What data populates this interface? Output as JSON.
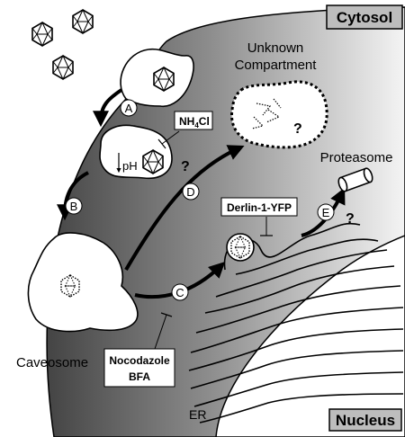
{
  "regions": {
    "cytosol": "Cytosol",
    "nucleus": "Nucleus",
    "er": "ER"
  },
  "compartments": {
    "unknown_line1": "Unknown",
    "unknown_line2": "Compartment",
    "caveosome": "Caveosome",
    "proteasome": "Proteasome",
    "ph": "pH"
  },
  "inhibitors": {
    "nh4cl_base": "NH",
    "nh4cl_sub": "4",
    "nh4cl_tail": "Cl",
    "derlin": "Derlin-1-YFP",
    "nocodazole": "Nocodazole",
    "bfa": "BFA"
  },
  "steps": [
    "A",
    "B",
    "C",
    "D",
    "E"
  ],
  "question_mark": "?",
  "colors": {
    "membrane_dark": "#4a4a4a",
    "membrane_light": "#f2f2f2",
    "line": "#000000",
    "background": "#ffffff"
  }
}
